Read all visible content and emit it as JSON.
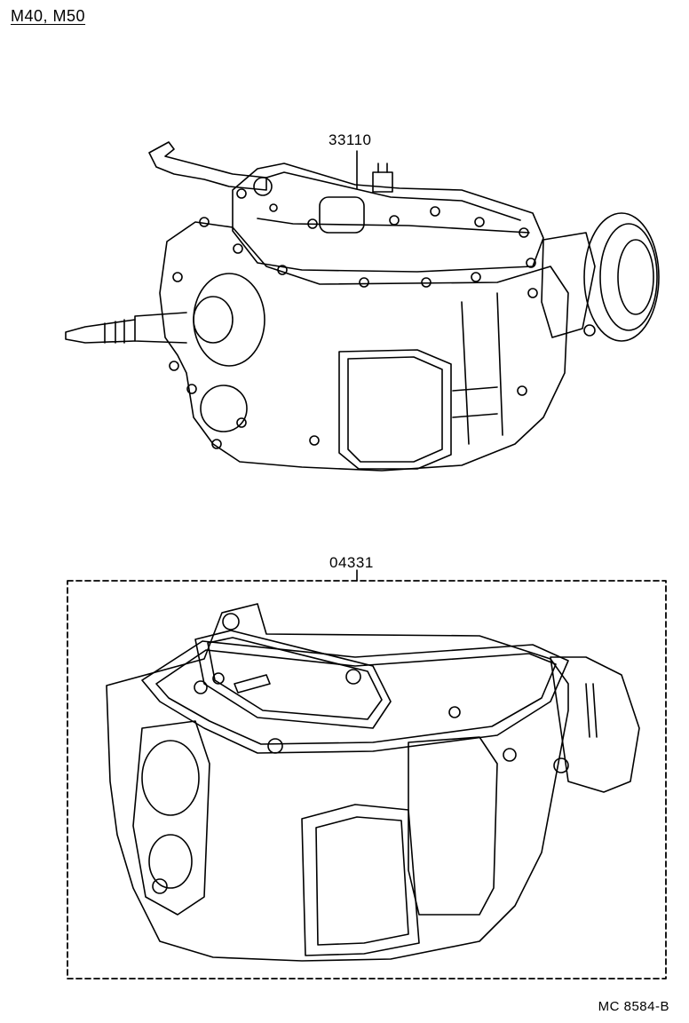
{
  "diagram": {
    "title": "M40, M50",
    "parts": [
      {
        "number": "33110"
      },
      {
        "number": "04331"
      }
    ],
    "figure_code": "MC 8584-B"
  }
}
